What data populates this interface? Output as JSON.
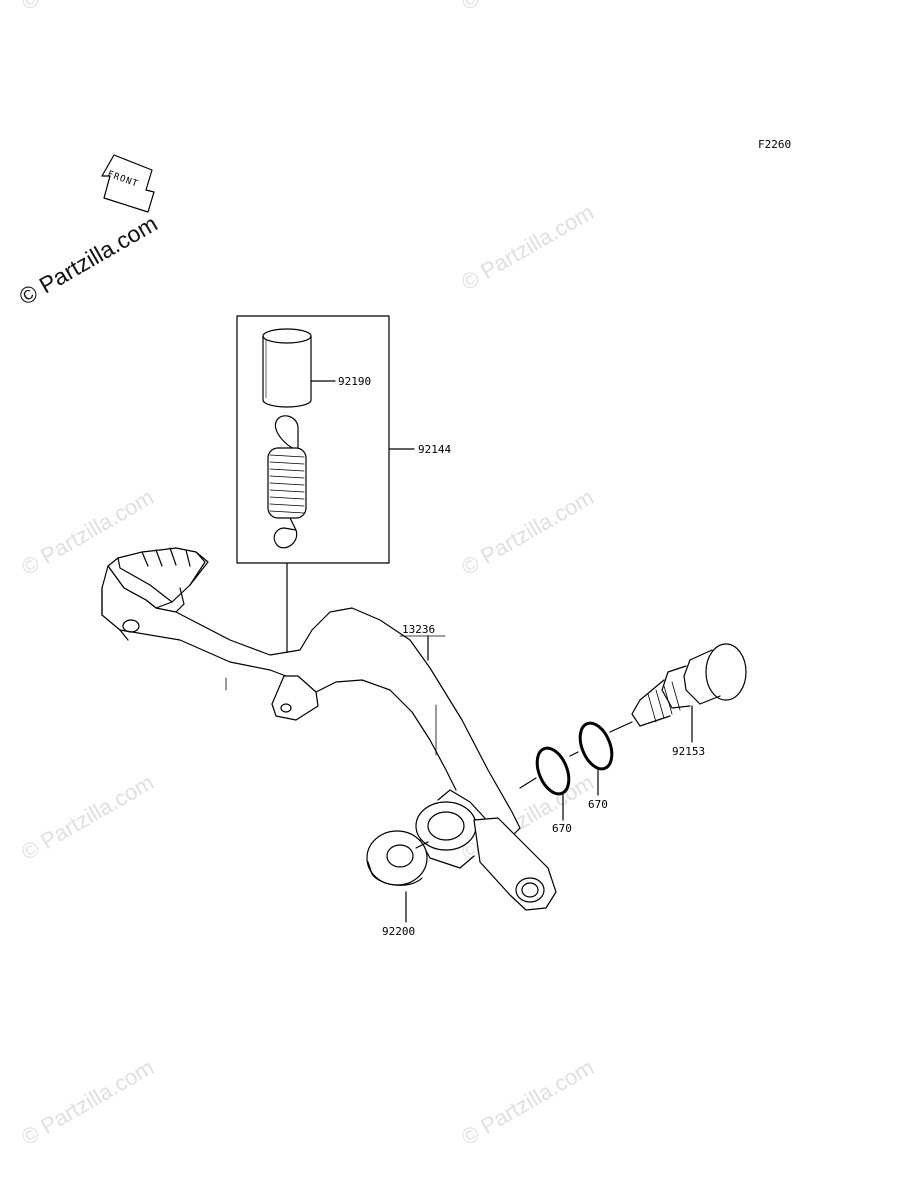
{
  "diagram_code": "F2260",
  "front_arrow_label": "FRONT",
  "watermark_main": "© Partzilla.com",
  "watermark_faint": "© Partzilla.com",
  "parts": {
    "pedal_sleeve": "92190",
    "spring_assembly": "92144",
    "brake_pedal": "13236",
    "pivot_bolt": "92153",
    "o_ring_outer": "670",
    "o_ring_inner": "670",
    "washer": "92200"
  }
}
